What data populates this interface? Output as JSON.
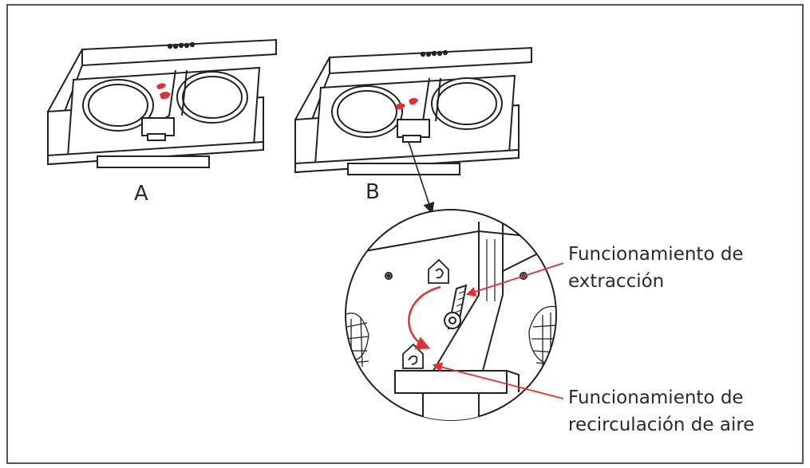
{
  "figure": {
    "label_a": "A",
    "label_b": "B",
    "callout_extraction": {
      "line1": "Funcionamiento de",
      "line2": "extracción"
    },
    "callout_recirculation": {
      "line1": "Funcionamiento de",
      "line2": "recirculación de aire"
    },
    "colors": {
      "stroke": "#222222",
      "accent": "#e53030",
      "border": "#555555"
    }
  }
}
